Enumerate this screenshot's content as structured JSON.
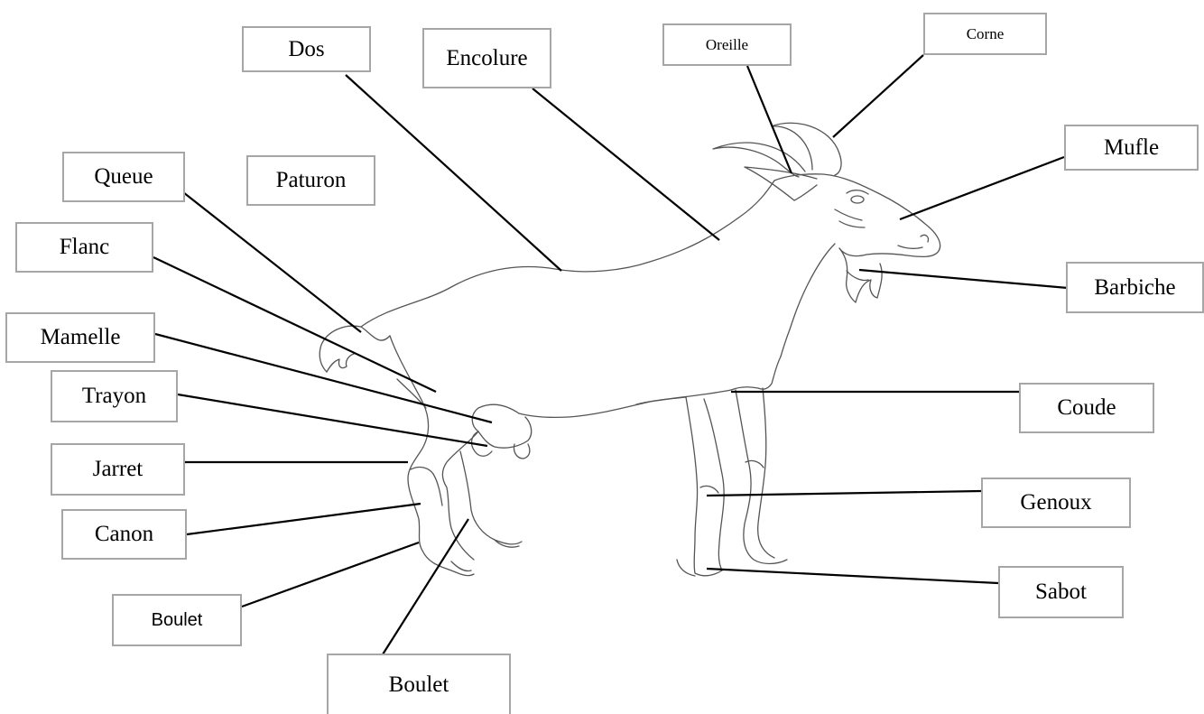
{
  "diagram": {
    "subject": "goat-anatomy",
    "line_color": "#000000",
    "outline_color": "#555555",
    "box_border_color": "#a6a6a6",
    "labels": {
      "dos": "Dos",
      "encolure": "Encolure",
      "oreille": "Oreille",
      "corne": "Corne",
      "mufle": "Mufle",
      "queue": "Queue",
      "paturon": "Paturon",
      "flanc": "Flanc",
      "barbiche": "Barbiche",
      "mamelle": "Mamelle",
      "trayon": "Trayon",
      "coude": "Coude",
      "jarret": "Jarret",
      "genoux": "Genoux",
      "canon": "Canon",
      "sabot": "Sabot",
      "boulet_small": "Boulet",
      "boulet_large": "Boulet"
    }
  }
}
